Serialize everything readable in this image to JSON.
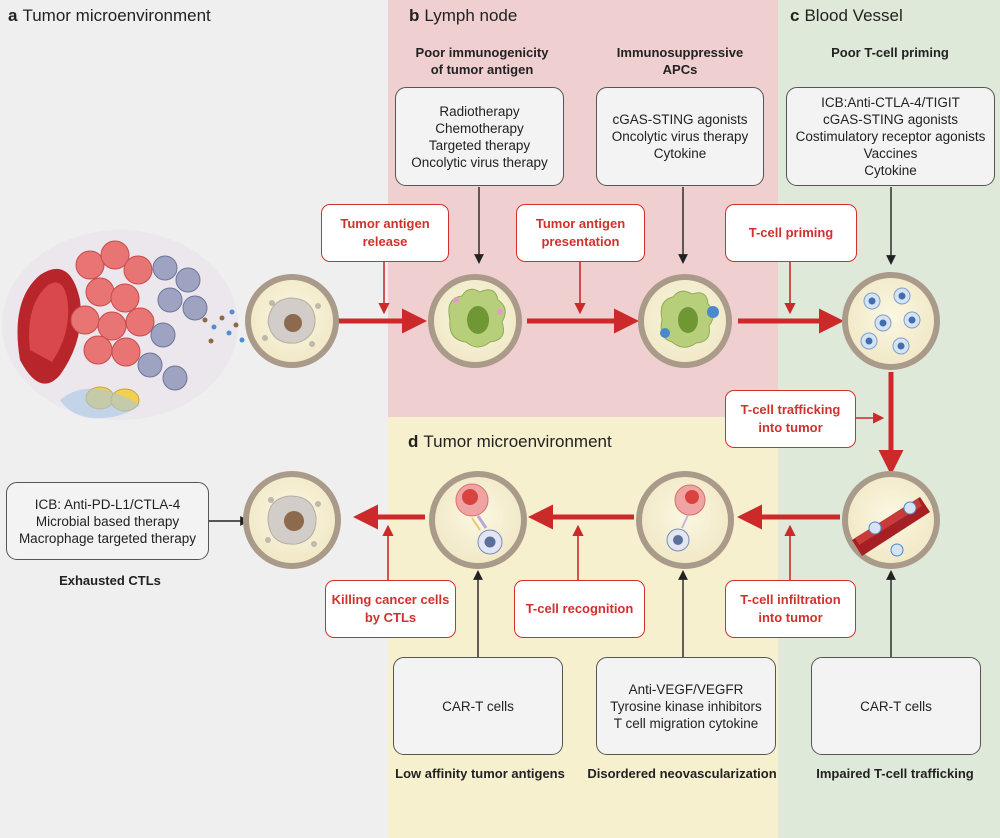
{
  "colors": {
    "panel_a_bg": "#efefef",
    "panel_b_bg": "#efcfcf",
    "panel_c_bg": "#dfe9d9",
    "panel_d_bg": "#f7f0cf",
    "arrow_red": "#cc2a2a",
    "label_red": "#d0312d"
  },
  "panels": {
    "a": {
      "letter": "a",
      "title": "Tumor microenvironment"
    },
    "b": {
      "letter": "b",
      "title": "Lymph node"
    },
    "c": {
      "letter": "c",
      "title": "Blood Vessel"
    },
    "d": {
      "letter": "d",
      "title": "Tumor microenvironment"
    }
  },
  "headers": {
    "poor_immunogenicity": [
      "Poor immunogenicity",
      "of tumor antigen"
    ],
    "immunosuppressive": [
      "Immunosuppressive",
      "APCs"
    ],
    "poor_priming": [
      "Poor T-cell priming"
    ],
    "exhausted": [
      "Exhausted CTLs"
    ],
    "low_affinity": [
      "Low affinity tumor antigens"
    ],
    "disordered": [
      "Disordered neovascularization"
    ],
    "impaired": [
      "Impaired T-cell trafficking"
    ]
  },
  "therapy_boxes": {
    "radio": [
      "Radiotherapy",
      "Chemotherapy",
      "Targeted therapy",
      "Oncolytic virus therapy"
    ],
    "cgas": [
      "cGAS-STING agonists",
      "Oncolytic virus therapy",
      "Cytokine"
    ],
    "icb_ctla4": [
      "ICB:Anti-CTLA-4/TIGIT",
      "cGAS-STING agonists",
      "Costimulatory receptor agonists",
      "Vaccines",
      "Cytokine"
    ],
    "icb_pdl1": [
      "ICB: Anti-PD-L1/CTLA-4",
      "Microbial based therapy",
      "Macrophage targeted therapy"
    ],
    "cart_left": [
      "CAR-T cells"
    ],
    "vegf": [
      "Anti-VEGF/VEGFR",
      "Tyrosine kinase inhibitors",
      "T cell migration cytokine"
    ],
    "cart_right": [
      "CAR-T cells"
    ]
  },
  "steps": {
    "antigen_release": [
      "Tumor antigen",
      "release"
    ],
    "antigen_presentation": [
      "Tumor antigen",
      "presentation"
    ],
    "priming": [
      "T-cell priming"
    ],
    "trafficking": [
      "T-cell trafficking",
      "into tumor"
    ],
    "infiltration": [
      "T-cell infiltration",
      "into tumor"
    ],
    "recognition": [
      "T-cell recognition"
    ],
    "killing": [
      "Killing cancer cells",
      "by CTLs"
    ]
  },
  "circles": {
    "c1": "tumor-antigen-circle",
    "c2": "dendritic-cell-circle",
    "c3": "apc-presentation-circle",
    "c4": "t-cells-circle",
    "c5": "blood-vessel-circle",
    "c6": "recognition-circle",
    "c7": "killing-circle",
    "c8": "dead-tumor-circle"
  }
}
